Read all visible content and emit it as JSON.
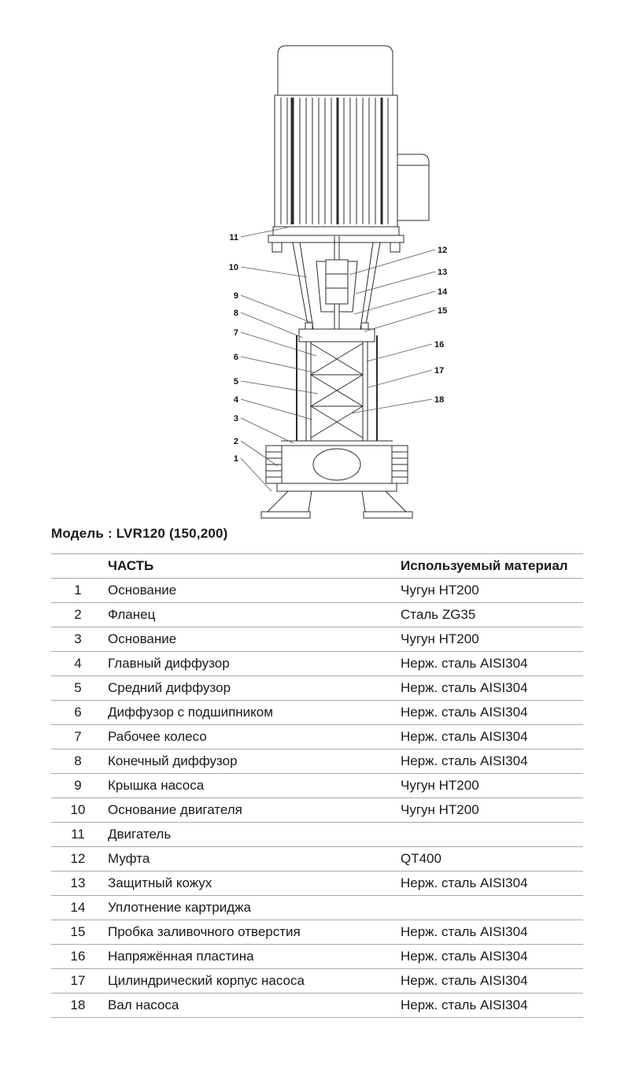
{
  "model_title": "Модель : LVR120 (150,200)",
  "diagram": {
    "callouts": [
      "1",
      "2",
      "3",
      "4",
      "5",
      "6",
      "7",
      "8",
      "9",
      "10",
      "11",
      "12",
      "13",
      "14",
      "15",
      "16",
      "17",
      "18"
    ]
  },
  "table": {
    "headers": {
      "num": "",
      "part": "ЧАСТЬ",
      "material": "Используемый материал"
    },
    "rows": [
      {
        "num": "1",
        "part": "Основание",
        "material": "Чугун HT200"
      },
      {
        "num": "2",
        "part": "Фланец",
        "material": "Сталь ZG35"
      },
      {
        "num": "3",
        "part": "Основание",
        "material": "Чугун HT200"
      },
      {
        "num": "4",
        "part": "Главный диффузор",
        "material": "Нерж. сталь AISI304"
      },
      {
        "num": "5",
        "part": "Средний диффузор",
        "material": "Нерж. сталь AISI304"
      },
      {
        "num": "6",
        "part": "Диффузор с подшипником",
        "material": "Нерж. сталь AISI304"
      },
      {
        "num": "7",
        "part": "Рабочее колесо",
        "material": "Нерж. сталь AISI304"
      },
      {
        "num": "8",
        "part": "Конечный диффузор",
        "material": "Нерж. сталь AISI304"
      },
      {
        "num": "9",
        "part": "Крышка насоса",
        "material": "Чугун HT200"
      },
      {
        "num": "10",
        "part": "Основание двигателя",
        "material": "Чугун HT200"
      },
      {
        "num": "11",
        "part": "Двигатель",
        "material": ""
      },
      {
        "num": "12",
        "part": "Муфта",
        "material": "QT400"
      },
      {
        "num": "13",
        "part": "Защитный кожух",
        "material": "Нерж. сталь AISI304"
      },
      {
        "num": "14",
        "part": "Уплотнение картриджа",
        "material": ""
      },
      {
        "num": "15",
        "part": "Пробка заливочного отверстия",
        "material": "Нерж. сталь AISI304"
      },
      {
        "num": "16",
        "part": "Напряжённая пластина",
        "material": "Нерж. сталь AISI304"
      },
      {
        "num": "17",
        "part": "Цилиндрический корпус насоса",
        "material": "Нерж. сталь AISI304"
      },
      {
        "num": "18",
        "part": "Вал насоса",
        "material": "Нерж. сталь AISI304"
      }
    ]
  }
}
